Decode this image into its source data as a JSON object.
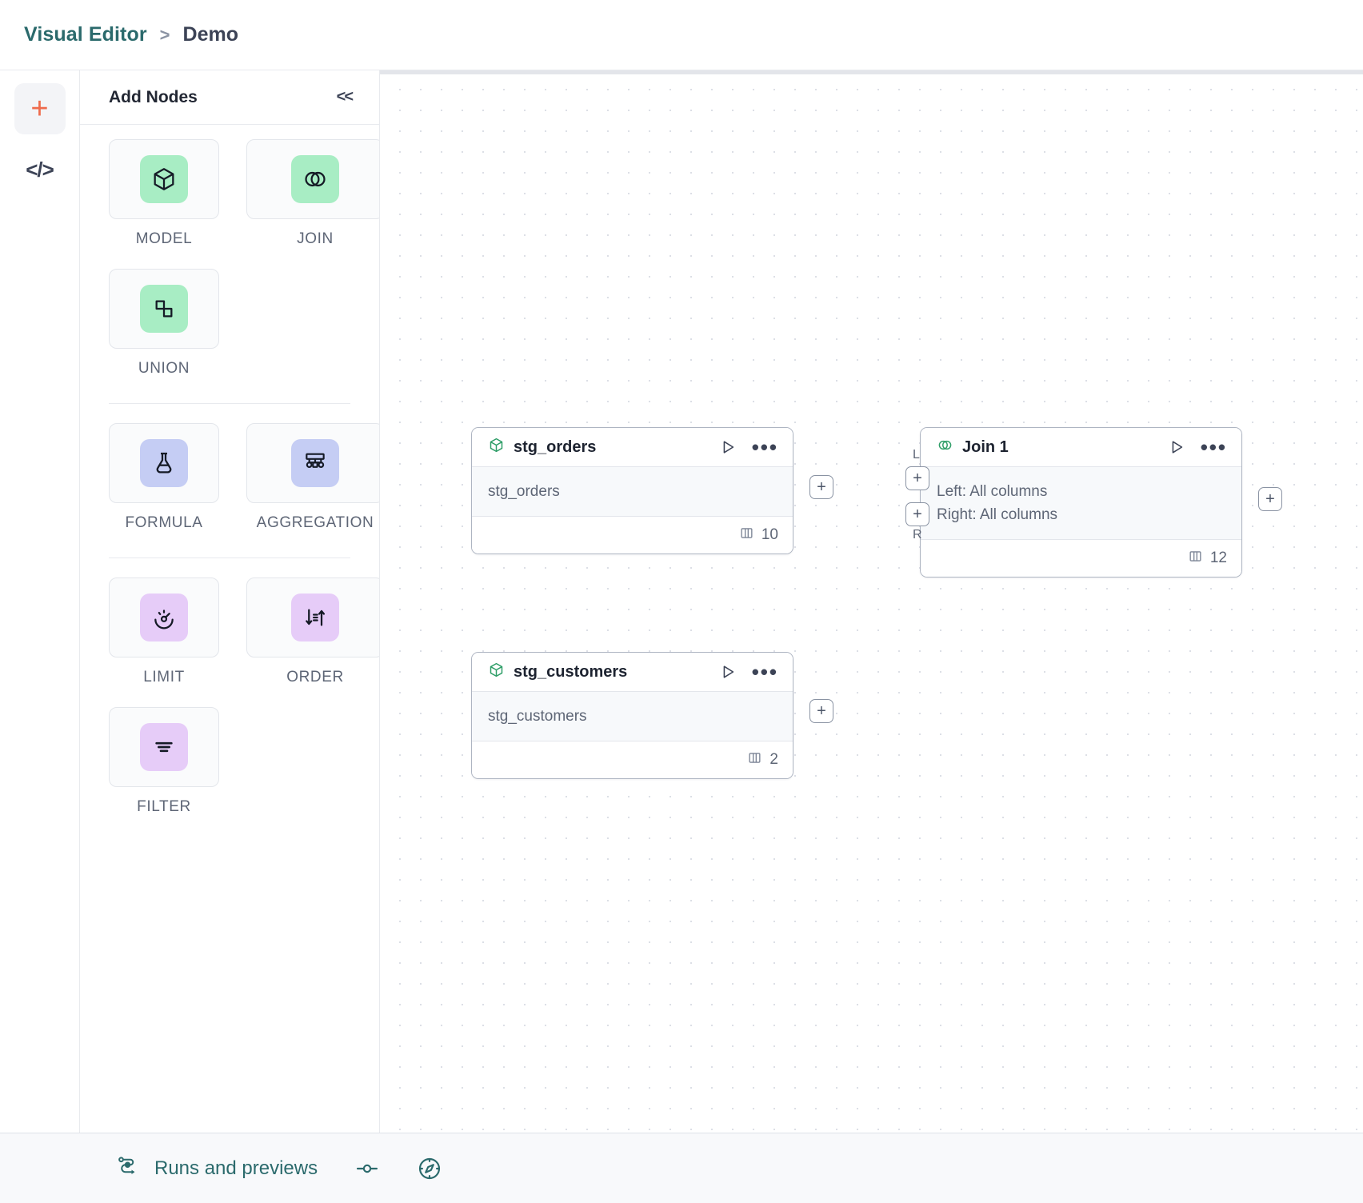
{
  "breadcrumb": {
    "root": "Visual Editor",
    "separator": ">",
    "leaf": "Demo"
  },
  "rail": {
    "add_icon": "plus-icon",
    "code_icon": "code-icon",
    "code_label": "</>"
  },
  "panel": {
    "title": "Add Nodes",
    "collapse_label": "<<",
    "groups": [
      {
        "items": [
          {
            "label": "MODEL",
            "icon": "cube-icon",
            "swatch": "green"
          },
          {
            "label": "JOIN",
            "icon": "venn-icon",
            "swatch": "green"
          },
          {
            "label": "UNION",
            "icon": "union-shapes-icon",
            "swatch": "green"
          }
        ]
      },
      {
        "items": [
          {
            "label": "FORMULA",
            "icon": "flask-icon",
            "swatch": "blue"
          },
          {
            "label": "AGGREGATION",
            "icon": "hierarchy-icon",
            "swatch": "blue"
          }
        ]
      },
      {
        "items": [
          {
            "label": "LIMIT",
            "icon": "gauge-icon",
            "swatch": "purple"
          },
          {
            "label": "ORDER",
            "icon": "sort-icon",
            "swatch": "purple"
          },
          {
            "label": "FILTER",
            "icon": "filter-lines-icon",
            "swatch": "purple"
          }
        ]
      }
    ]
  },
  "canvas": {
    "nodes": [
      {
        "id": "stg_orders",
        "title": "stg_orders",
        "icon": "cube-icon",
        "lines": [
          "stg_orders"
        ],
        "columns": "10",
        "run_icon": "play-icon",
        "more_icon": "ellipsis-icon"
      },
      {
        "id": "stg_customers",
        "title": "stg_customers",
        "icon": "cube-icon",
        "lines": [
          "stg_customers"
        ],
        "columns": "2",
        "run_icon": "play-icon",
        "more_icon": "ellipsis-icon"
      },
      {
        "id": "join_1",
        "title": "Join 1",
        "icon": "venn-icon",
        "lines": [
          "Left: All columns",
          "Right: All columns"
        ],
        "columns": "12",
        "run_icon": "play-icon",
        "more_icon": "ellipsis-icon"
      }
    ],
    "handles": {
      "plus": "+",
      "left_tag": "L",
      "right_tag": "R"
    }
  },
  "bottombar": {
    "runs_label": "Runs and previews",
    "runs_icon": "pipeline-icon",
    "toggle_icon": "slider-icon",
    "compass_icon": "compass-icon"
  },
  "colors": {
    "brand_teal": "#2b6a6c",
    "accent_orange": "#ef6c4d",
    "swatch_green": "#a8edc4",
    "swatch_blue": "#c5cdf4",
    "swatch_purple": "#e6ccf8",
    "node_border": "#aeb5c2",
    "edge": "#b6bcc7"
  }
}
